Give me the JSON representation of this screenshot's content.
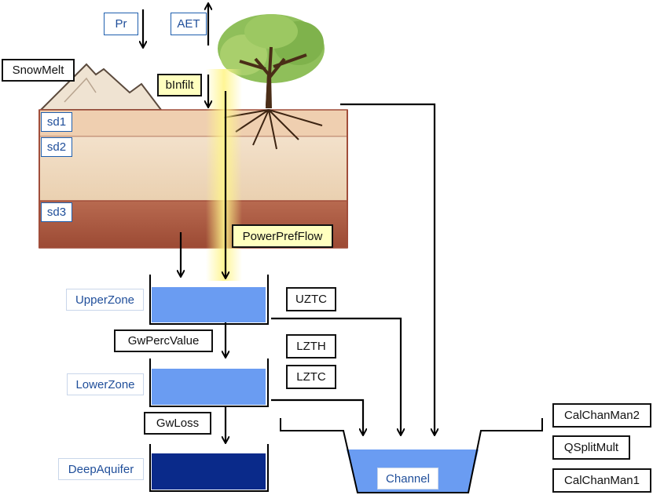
{
  "colors": {
    "soil_light": "#f0dcc3",
    "soil_top": "#efcfb0",
    "soil_dark": "#a4503a",
    "soil_border": "#a14d3a",
    "water_light": "#6a9cf2",
    "water_deep": "#0a2a8a",
    "highlight": "#fff58a",
    "label_blue": "#1f4e9a"
  },
  "inputs": {
    "pr": "Pr",
    "aet": "AET"
  },
  "snowmelt": "SnowMelt",
  "infilt": "bInfilt",
  "soil_layers": {
    "sd1": "sd1",
    "sd2": "sd2",
    "sd3": "sd3"
  },
  "preferential_flow": "PowerPrefFlow",
  "stores": {
    "upper": "UpperZone",
    "lower": "LowerZone",
    "deep": "DeepAquifer"
  },
  "fluxes": {
    "perc": "GwPercValue",
    "loss": "GwLoss"
  },
  "parameters": {
    "uztc": "UZTC",
    "lzth": "LZTH",
    "lztc": "LZTC",
    "calchanman2": "CalChanMan2",
    "qsplitmult": "QSplitMult",
    "calchanman1": "CalChanMan1"
  },
  "channel": "Channel"
}
